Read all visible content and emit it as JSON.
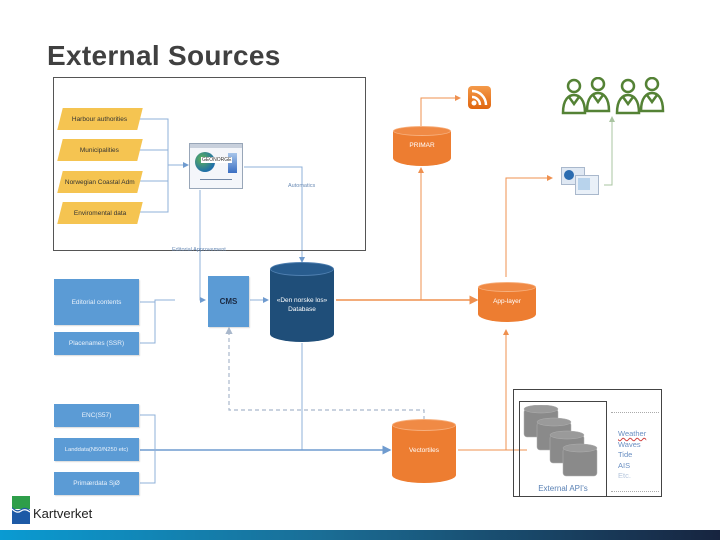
{
  "slide": {
    "title": "External Sources"
  },
  "sources": [
    {
      "label": "Harbour authorities"
    },
    {
      "label": "Municipalities"
    },
    {
      "label": "Norwegian Coastal Adm"
    },
    {
      "label": "Enviromental data"
    }
  ],
  "geonorge": {
    "label": "GEONORGE"
  },
  "connectors": {
    "automatics": "Automatics",
    "editorial_approvement": "Editorial Approvement"
  },
  "inputs": [
    {
      "label": "Editorial contents"
    },
    {
      "label": "Placenames (SSR)"
    }
  ],
  "cms": {
    "label": "CMS"
  },
  "database": {
    "line1": "«Den norske los»",
    "line2": "Database"
  },
  "primar": {
    "label": "PRIMAR"
  },
  "app_layer": {
    "label": "App-layer"
  },
  "vectortiles": {
    "label": "Vectortiles"
  },
  "bottom_sources": [
    {
      "label": "ENC(S57)"
    },
    {
      "label": "Landdata(N50/N250 etc)"
    },
    {
      "label": "Primærdata SjØ"
    }
  ],
  "external_apis": {
    "label": "External API's",
    "items": [
      "Weather",
      "Waves",
      "Tide",
      "AIS",
      "Etc."
    ]
  },
  "brand": {
    "name": "Kartverket"
  },
  "colors": {
    "orange": "#ed7d31",
    "blue": "#5b9bd5",
    "dark_blue": "#1f4e79",
    "yellow": "#f5c451",
    "green": "#548235"
  }
}
